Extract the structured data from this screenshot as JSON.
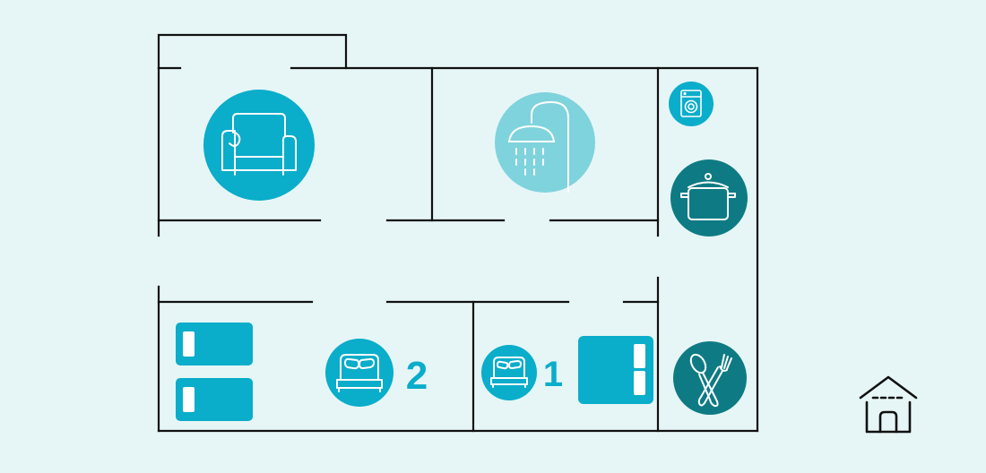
{
  "floorplan": {
    "rooms": [
      {
        "room": "living-room",
        "icon": "sofa-icon"
      },
      {
        "room": "bathroom",
        "icon": "shower-icon"
      },
      {
        "room": "laundry",
        "icon": "washing-machine-icon"
      },
      {
        "room": "kitchen",
        "icon": "cooking-pot-icon"
      },
      {
        "room": "dining",
        "icon": "cutlery-icon"
      },
      {
        "room": "bedroom-2",
        "icon": "bed-icon",
        "label": "2"
      },
      {
        "room": "bedroom-1",
        "icon": "bed-icon",
        "label": "1"
      }
    ],
    "legend_icon": "house-icon"
  },
  "colors": {
    "background": "#e6f6f7",
    "wall": "#111111",
    "primary": "#0aadca",
    "light": "#7fd3dc",
    "dark": "#0e7b84",
    "white": "#ffffff"
  }
}
